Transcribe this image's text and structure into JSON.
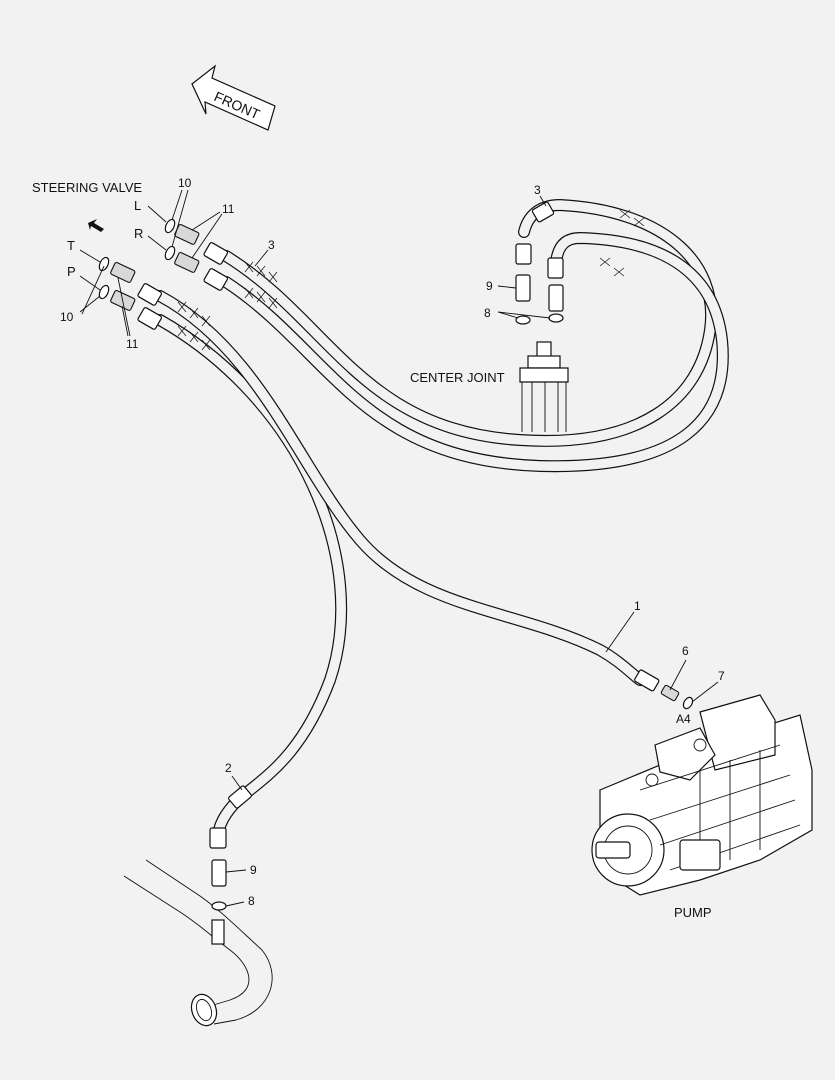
{
  "labels": {
    "front": "FRONT",
    "steering_valve": "STEERING VALVE",
    "center_joint": "CENTER JOINT",
    "pump": "PUMP",
    "port_l": "L",
    "port_r": "R",
    "port_t": "T",
    "port_p": "P",
    "port_a4": "A4"
  },
  "callouts": {
    "c1": "1",
    "c2": "2",
    "c3_top": "3",
    "c3_mid": "3",
    "c6": "6",
    "c7": "7",
    "c8_top": "8",
    "c8_bottom": "8",
    "c9_top": "9",
    "c9_bottom": "9",
    "c10_top": "10",
    "c10_bottom": "10",
    "c11_top": "11",
    "c11_bottom": "11"
  }
}
